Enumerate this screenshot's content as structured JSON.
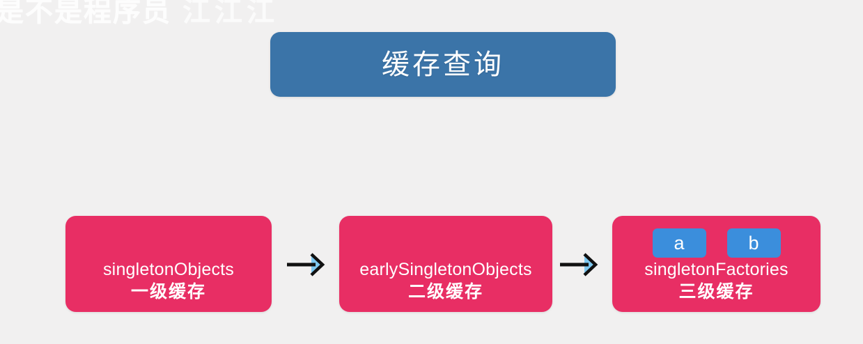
{
  "background_color": "#f1f0f0",
  "watermark": {
    "text": "是不是程序员",
    "logo": "江江江",
    "color": "#ffffff"
  },
  "title": {
    "text": "缓存查询",
    "background_color": "#3b74a8",
    "text_color": "#ffffff"
  },
  "flow": {
    "box_color": "#e82e64",
    "chip_color": "#3b8edc",
    "arrow_color": "#111111",
    "arrow_fill_color": "#7ec8f0",
    "boxes": [
      {
        "english": "singletonObjects",
        "chinese": "一级缓存",
        "level": "1",
        "chips": []
      },
      {
        "english": "earlySingletonObjects",
        "chinese": "二级缓存",
        "level": "2",
        "chips": []
      },
      {
        "english": "singletonFactories",
        "chinese": "三级缓存",
        "level": "3",
        "chips": [
          "a",
          "b"
        ]
      }
    ],
    "arrows": [
      {
        "name": "arrow-level1-to-level2",
        "direction": "right"
      },
      {
        "name": "arrow-level2-to-level3",
        "direction": "right"
      }
    ]
  }
}
